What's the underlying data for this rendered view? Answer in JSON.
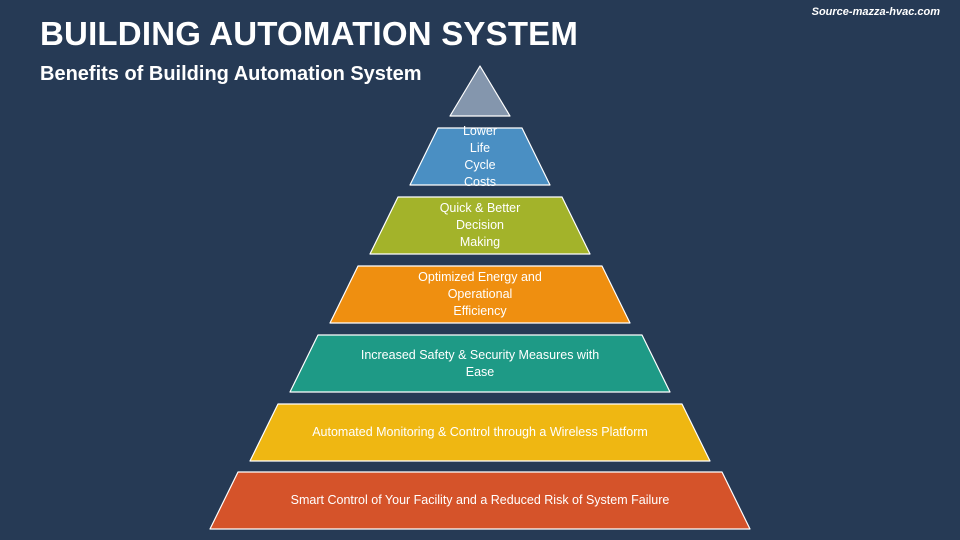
{
  "header": {
    "title": "BUILDING AUTOMATION SYSTEM",
    "subtitle": "Benefits of Building Automation System",
    "source": "Source-mazza-hvac.com"
  },
  "pyramid": {
    "apex_color": "#8496ad",
    "tiers": [
      {
        "label": "Lower Life\nCycle Costs",
        "color": "#4a8fc3"
      },
      {
        "label": "Quick & Better Decision\nMaking",
        "color": "#a3b32a"
      },
      {
        "label": "Optimized Energy and Operational\nEfficiency",
        "color": "#ef8f10"
      },
      {
        "label": "Increased Safety & Security Measures with Ease",
        "color": "#1e9a86"
      },
      {
        "label": "Automated Monitoring & Control through a Wireless Platform",
        "color": "#efb712"
      },
      {
        "label": "Smart Control of Your Facility and a Reduced Risk of System Failure",
        "color": "#d5532a"
      }
    ]
  }
}
